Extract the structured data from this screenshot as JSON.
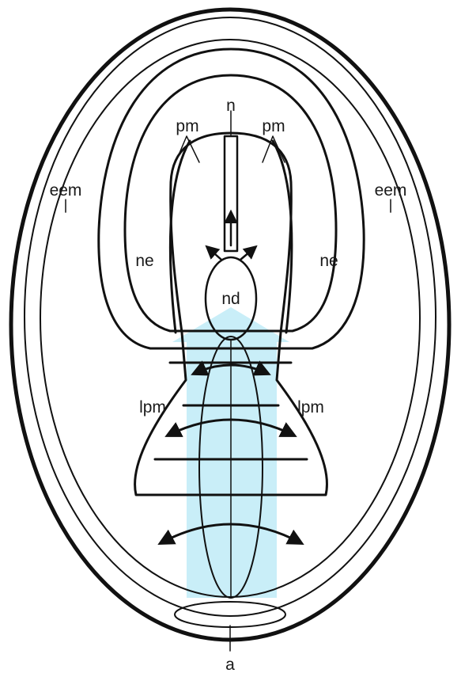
{
  "labels": {
    "n": "n",
    "pm_left": "pm",
    "pm_right": "pm",
    "eem_left": "eem",
    "eem_left_l": "l",
    "eem_right": "eem",
    "eem_right_l": "l",
    "ne_left": "ne",
    "ne_right": "ne",
    "nd": "nd",
    "lpm_left": "lpm",
    "lpm_right": "lpm",
    "a": "a"
  },
  "colors": {
    "line": "#111111",
    "flow_arrow": "#c9eef8"
  }
}
